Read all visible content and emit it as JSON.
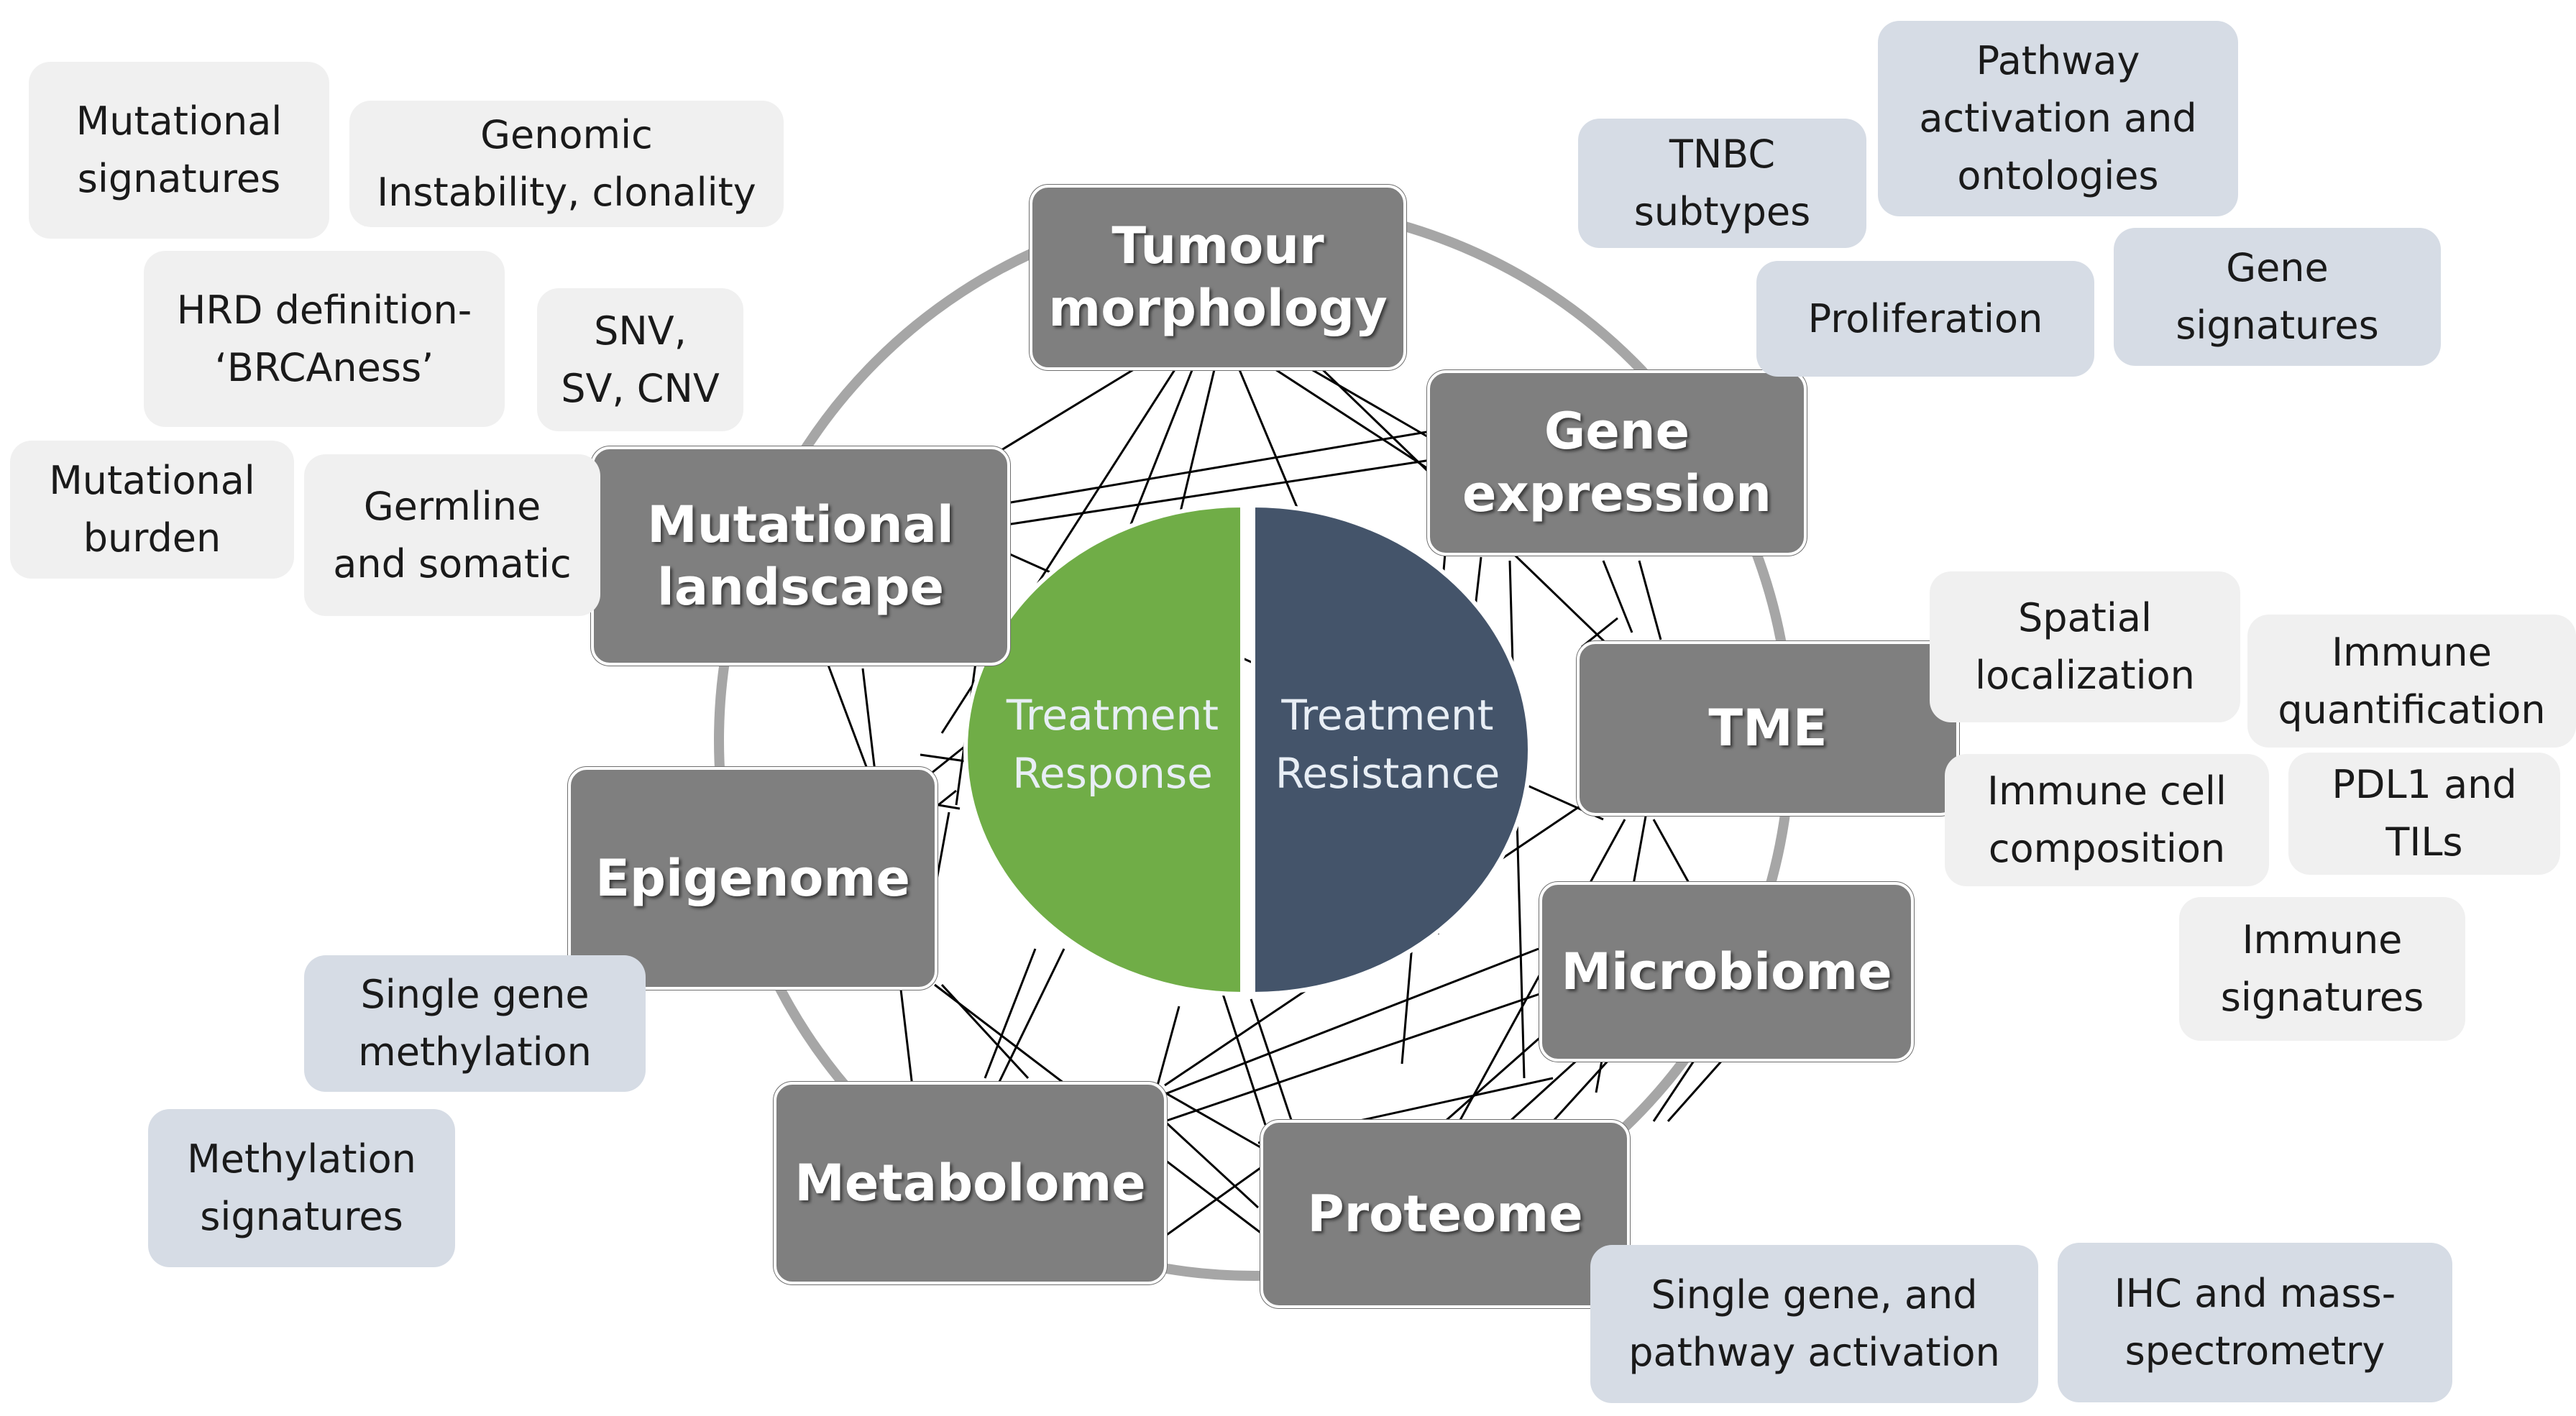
{
  "center": {
    "left_label": "Treatment\nResponse",
    "right_label": "Treatment\nResistance",
    "left_color": "#70ad47",
    "right_color": "#44546a"
  },
  "nodes": {
    "tumour_morphology": "Tumour\nmorphology",
    "gene_expression": "Gene\nexpression",
    "tme": "TME",
    "microbiome": "Microbiome",
    "proteome": "Proteome",
    "metabolome": "Metabolome",
    "epigenome": "Epigenome",
    "mutational_landscape": "Mutational\nlandscape"
  },
  "tags": {
    "mutational_signatures": "Mutational\nsignatures",
    "genomic_instability": "Genomic\nInstability, clonality",
    "hrd_definition": "HRD definition-\n‘BRCAness’",
    "snv_sv_cnv": "SNV,\nSV, CNV",
    "mutational_burden": "Mutational\nburden",
    "germline_somatic": "Germline\nand somatic",
    "tnbc_subtypes": "TNBC\nsubtypes",
    "pathway_activation": "Pathway\nactivation and\nontologies",
    "proliferation": "Proliferation",
    "gene_signatures": "Gene\nsignatures",
    "spatial_localization": "Spatial\nlocalization",
    "immune_quantification": "Immune\nquantification",
    "immune_cell_composition": "Immune cell\ncomposition",
    "pdl1_tils": "PDL1 and\nTILs",
    "immune_signatures": "Immune\nsignatures",
    "single_gene_methylation": "Single gene\nmethylation",
    "methylation_signatures": "Methylation\nsignatures",
    "single_gene_pathway": "Single gene, and\npathway activation",
    "ihc_mass_spec": "IHC and mass-\nspectrometry"
  },
  "colors": {
    "node_fill": "#7f7f7f",
    "tag_grey": "#f0f0f0",
    "tag_blue": "#d6dce5",
    "ring": "#a6a6a6",
    "connector": "#000000"
  }
}
